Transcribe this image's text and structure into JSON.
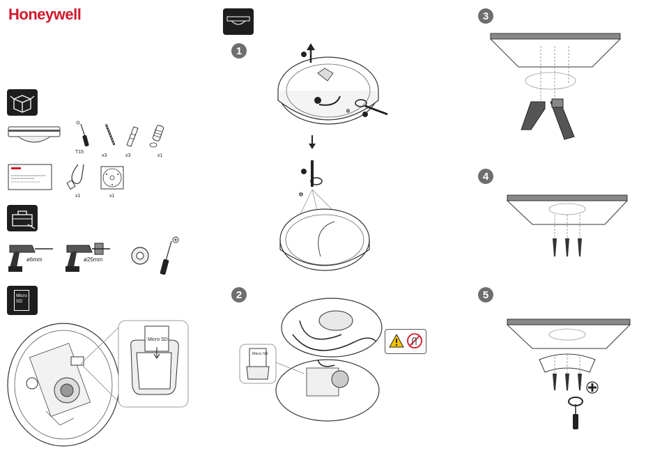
{
  "brand": {
    "name": "Honeywell",
    "color": "#d0182b"
  },
  "left_panel": {
    "parts": {
      "screwdriver_label": "T15",
      "screw_count": "x3",
      "anchor_count": "x3",
      "spring_count": "x1",
      "cable_count": "x1",
      "template_count": "x1"
    },
    "tools": {
      "drill_small_label": "ø6mm",
      "drill_large_label": "ø25mm"
    },
    "sd_icon_text": "Micro SD",
    "sd_callout_text": "Micro SD"
  },
  "steps": [
    {
      "number": "1"
    },
    {
      "number": "2"
    },
    {
      "number": "3"
    },
    {
      "number": "4"
    },
    {
      "number": "5"
    }
  ],
  "icons": {
    "box": "box-icon",
    "toolbox": "toolbox-icon",
    "sd_card": "sd-card-icon",
    "camera_header": "camera-dome-icon",
    "warning": "warning-icon",
    "no_touch": "no-touch-icon"
  }
}
